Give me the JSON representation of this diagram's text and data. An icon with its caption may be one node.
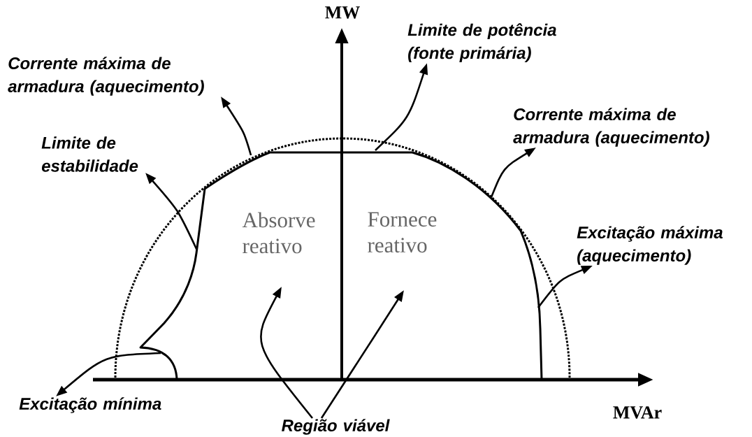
{
  "diagram": {
    "nodes": [
      {
        "text": [
          "Corrente máxima de armadura (aquecimento)"
        ]
      },
      {
        "text": [
          "Limite de potência (fonte primária)"
        ]
      },
      {
        "text": [
          "Corrente máxima de armadura (aquecimento)"
        ]
      },
      {
        "text": [
          "Limite de estabilidade"
        ]
      },
      {
        "text": [
          "Excitação máxima (aquecimento)"
        ]
      },
      {
        "text": [
          "Excitação mínima"
        ]
      },
      {
        "text": [
          "Região viável"
        ]
      }
    ],
    "edges": [
      {
        "from": null,
        "to": 0,
        "arrow": "to"
      },
      {
        "from": null,
        "to": 1,
        "arrow": "to"
      },
      {
        "from": null,
        "to": 2,
        "arrow": "to"
      },
      {
        "from": null,
        "to": 3,
        "arrow": "to"
      },
      {
        "from": null,
        "to": 4,
        "arrow": "to"
      },
      {
        "from": null,
        "to": 5,
        "arrow": "to"
      },
      {
        "from": 6,
        "to": null,
        "arrow": "to"
      },
      {
        "from": 6,
        "to": null,
        "arrow": "to"
      }
    ],
    "labels": [
      "MW",
      "Absorve reativo",
      "Fornece reativo",
      "MVAr"
    ]
  }
}
